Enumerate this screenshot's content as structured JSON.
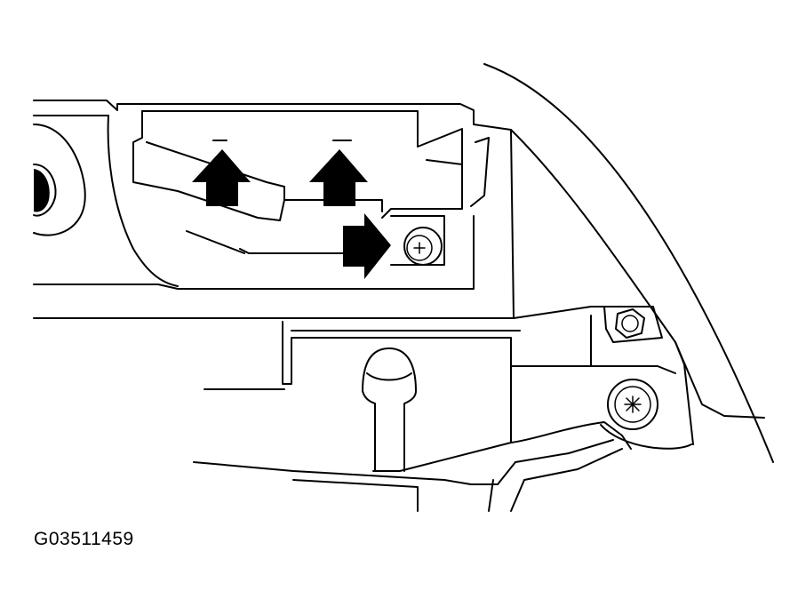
{
  "figure": {
    "id_label": "G03511459"
  },
  "colors": {
    "line": "#000000",
    "background": "#ffffff"
  },
  "callouts": [
    {
      "name": "arrow-up-left",
      "direction": "up"
    },
    {
      "name": "arrow-up-right",
      "direction": "up"
    },
    {
      "name": "arrow-right-to-screw",
      "direction": "right"
    }
  ],
  "icons": [
    "torx-screw-icon",
    "hex-bolt-icon",
    "torx-bolt-icon"
  ]
}
